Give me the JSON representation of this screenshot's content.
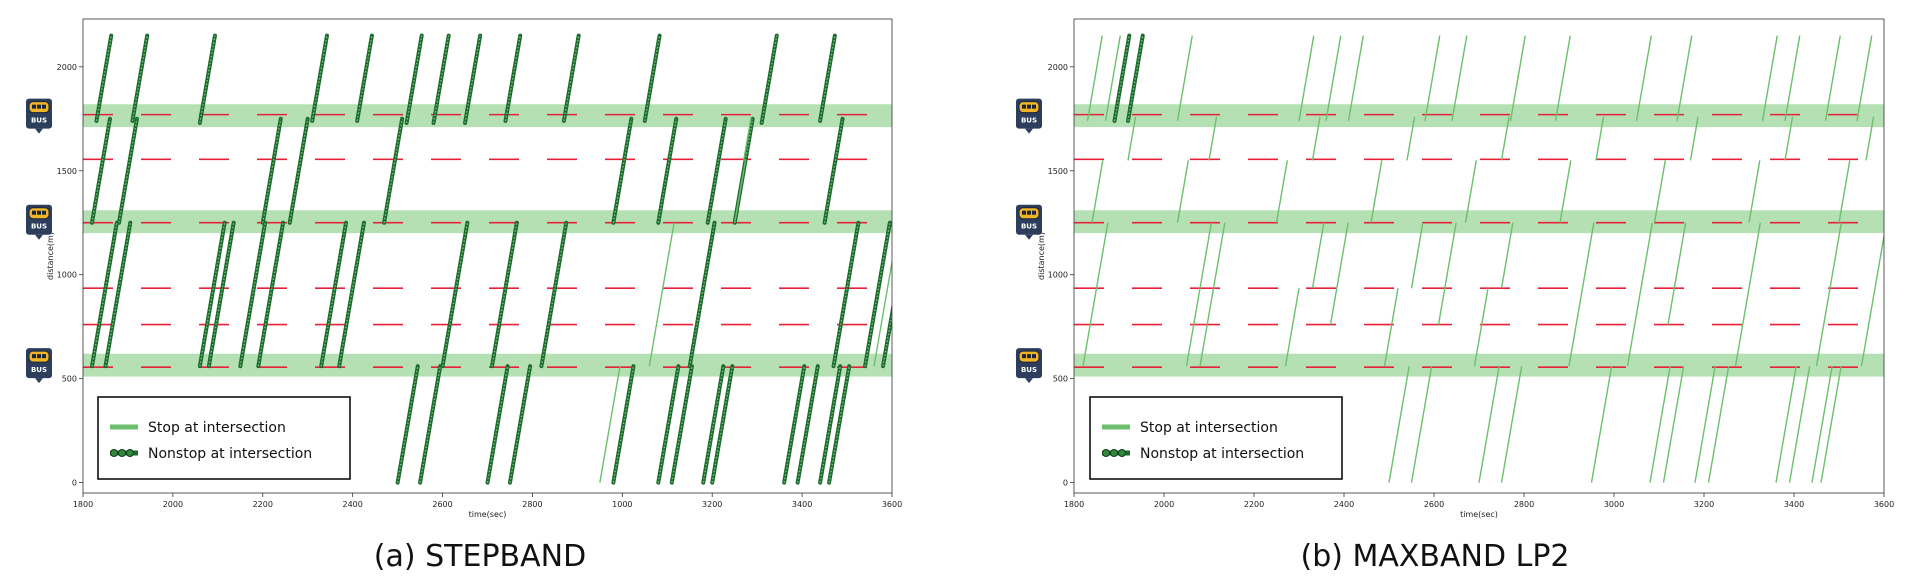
{
  "chart_data": [
    {
      "type": "line",
      "caption": "(a) STEPBAND",
      "xlabel": "time(sec)",
      "ylabel": "distance(m)",
      "xlim": [
        1800,
        3600
      ],
      "ylim": [
        -50,
        2230
      ],
      "x_ticks": [
        1800,
        2000,
        2200,
        2400,
        2600,
        2800,
        3000,
        3200,
        3400,
        3600
      ],
      "x_tick_labels": [
        "1800",
        "2000",
        "2200",
        "2400",
        "2600",
        "2800",
        "1000",
        "3200",
        "3400",
        "3600"
      ],
      "y_ticks": [
        0,
        500,
        1000,
        1500,
        2000
      ],
      "y_tick_labels": [
        "0",
        "500",
        "1000",
        "1500",
        "2000"
      ],
      "bus_stop_bands": [
        [
          510,
          620
        ],
        [
          1200,
          1310
        ],
        [
          1710,
          1820
        ]
      ],
      "signal_lines_y": [
        555,
        760,
        935,
        1250,
        1555,
        1770
      ],
      "legend": [
        "Stop at intersection",
        "Nonstop at intersection"
      ],
      "legend_position": "lower-left",
      "colors": {
        "stop": "#6cbf6c",
        "nonstop": "#1e6b30",
        "band": "#b4e0b4",
        "signal": "#e8213a"
      },
      "icons": [
        "bus-icon",
        "bus-icon",
        "bus-icon"
      ],
      "series": [
        {
          "name": "Nonstop at intersection",
          "trajectories": [
            {
              "t0": 1830,
              "y0": 1740,
              "y1": 2150
            },
            {
              "t0": 1910,
              "y0": 1740,
              "y1": 2150
            },
            {
              "t0": 2060,
              "y0": 1730,
              "y1": 2150
            },
            {
              "t0": 2310,
              "y0": 1740,
              "y1": 2150
            },
            {
              "t0": 2410,
              "y0": 1740,
              "y1": 2150
            },
            {
              "t0": 2520,
              "y0": 1730,
              "y1": 2150
            },
            {
              "t0": 2580,
              "y0": 1730,
              "y1": 2150
            },
            {
              "t0": 2650,
              "y0": 1730,
              "y1": 2150
            },
            {
              "t0": 2740,
              "y0": 1740,
              "y1": 2150
            },
            {
              "t0": 2870,
              "y0": 1740,
              "y1": 2150
            },
            {
              "t0": 3050,
              "y0": 1740,
              "y1": 2150
            },
            {
              "t0": 3310,
              "y0": 1730,
              "y1": 2150
            },
            {
              "t0": 3440,
              "y0": 1740,
              "y1": 2150
            },
            {
              "t0": 1820,
              "y0": 1250,
              "y1": 1750
            },
            {
              "t0": 1880,
              "y0": 1250,
              "y1": 1750
            },
            {
              "t0": 2200,
              "y0": 1250,
              "y1": 1750
            },
            {
              "t0": 2260,
              "y0": 1250,
              "y1": 1750
            },
            {
              "t0": 2470,
              "y0": 1250,
              "y1": 1750
            },
            {
              "t0": 2980,
              "y0": 1250,
              "y1": 1750
            },
            {
              "t0": 3080,
              "y0": 1250,
              "y1": 1750
            },
            {
              "t0": 3190,
              "y0": 1250,
              "y1": 1750
            },
            {
              "t0": 3250,
              "y0": 1250,
              "y1": 1750
            },
            {
              "t0": 3450,
              "y0": 1250,
              "y1": 1750
            },
            {
              "t0": 1820,
              "y0": 560,
              "y1": 1250
            },
            {
              "t0": 1850,
              "y0": 560,
              "y1": 1250
            },
            {
              "t0": 2060,
              "y0": 560,
              "y1": 1250
            },
            {
              "t0": 2080,
              "y0": 560,
              "y1": 1250
            },
            {
              "t0": 2150,
              "y0": 560,
              "y1": 1250
            },
            {
              "t0": 2190,
              "y0": 560,
              "y1": 1250
            },
            {
              "t0": 2330,
              "y0": 560,
              "y1": 1250
            },
            {
              "t0": 2370,
              "y0": 560,
              "y1": 1250
            },
            {
              "t0": 2600,
              "y0": 560,
              "y1": 1250
            },
            {
              "t0": 2710,
              "y0": 560,
              "y1": 1250
            },
            {
              "t0": 2820,
              "y0": 560,
              "y1": 1250
            },
            {
              "t0": 3150,
              "y0": 560,
              "y1": 1250
            },
            {
              "t0": 3470,
              "y0": 560,
              "y1": 1250
            },
            {
              "t0": 3540,
              "y0": 560,
              "y1": 1250
            },
            {
              "t0": 3580,
              "y0": 560,
              "y1": 1250
            },
            {
              "t0": 2500,
              "y0": 0,
              "y1": 560
            },
            {
              "t0": 2550,
              "y0": 0,
              "y1": 560
            },
            {
              "t0": 2700,
              "y0": 0,
              "y1": 560
            },
            {
              "t0": 2750,
              "y0": 0,
              "y1": 560
            },
            {
              "t0": 2980,
              "y0": 0,
              "y1": 560
            },
            {
              "t0": 3080,
              "y0": 0,
              "y1": 560
            },
            {
              "t0": 3110,
              "y0": 0,
              "y1": 560
            },
            {
              "t0": 3180,
              "y0": 0,
              "y1": 560
            },
            {
              "t0": 3200,
              "y0": 0,
              "y1": 560
            },
            {
              "t0": 3360,
              "y0": 0,
              "y1": 560
            },
            {
              "t0": 3390,
              "y0": 0,
              "y1": 560
            },
            {
              "t0": 3440,
              "y0": 0,
              "y1": 560
            },
            {
              "t0": 3460,
              "y0": 0,
              "y1": 560
            }
          ]
        },
        {
          "name": "Stop at intersection",
          "trajectories": [
            {
              "t0": 2950,
              "y0": 0,
              "y1": 560
            },
            {
              "t0": 3060,
              "y0": 560,
              "y1": 1250
            },
            {
              "t0": 3250,
              "y0": 1250,
              "y1": 1550
            },
            {
              "t0": 3270,
              "y0": 1550,
              "y1": 1760
            },
            {
              "t0": 3560,
              "y0": 560,
              "y1": 1250
            }
          ]
        }
      ]
    },
    {
      "type": "line",
      "caption": "(b) MAXBAND LP2",
      "xlabel": "time(sec)",
      "ylabel": "distance(m)",
      "xlim": [
        1800,
        3600
      ],
      "ylim": [
        -50,
        2230
      ],
      "x_ticks": [
        1800,
        2000,
        2200,
        2400,
        2600,
        2800,
        3000,
        3200,
        3400,
        3600
      ],
      "x_tick_labels": [
        "1800",
        "2000",
        "2200",
        "2400",
        "2600",
        "2800",
        "3000",
        "3200",
        "3400",
        "3600"
      ],
      "y_ticks": [
        0,
        500,
        1000,
        1500,
        2000
      ],
      "y_tick_labels": [
        "0",
        "500",
        "1000",
        "1500",
        "2000"
      ],
      "bus_stop_bands": [
        [
          510,
          620
        ],
        [
          1200,
          1310
        ],
        [
          1710,
          1820
        ]
      ],
      "signal_lines_y": [
        555,
        760,
        935,
        1250,
        1555,
        1770
      ],
      "legend": [
        "Stop at intersection",
        "Nonstop at intersection"
      ],
      "legend_position": "lower-left",
      "colors": {
        "stop": "#6cbf6c",
        "nonstop": "#1e6b30",
        "band": "#b4e0b4",
        "signal": "#e8213a"
      },
      "icons": [
        "bus-icon",
        "bus-icon",
        "bus-icon"
      ],
      "series": [
        {
          "name": "Nonstop at intersection",
          "trajectories": [
            {
              "t0": 1890,
              "y0": 1740,
              "y1": 2150
            },
            {
              "t0": 1920,
              "y0": 1740,
              "y1": 2150
            }
          ]
        },
        {
          "name": "Stop at intersection",
          "trajectories": [
            {
              "t0": 1830,
              "y0": 1740,
              "y1": 2150
            },
            {
              "t0": 1870,
              "y0": 1740,
              "y1": 2150
            },
            {
              "t0": 2030,
              "y0": 1740,
              "y1": 2150
            },
            {
              "t0": 2300,
              "y0": 1740,
              "y1": 2150
            },
            {
              "t0": 2360,
              "y0": 1740,
              "y1": 2150
            },
            {
              "t0": 2410,
              "y0": 1740,
              "y1": 2150
            },
            {
              "t0": 2580,
              "y0": 1740,
              "y1": 2150
            },
            {
              "t0": 2640,
              "y0": 1740,
              "y1": 2150
            },
            {
              "t0": 2770,
              "y0": 1740,
              "y1": 2150
            },
            {
              "t0": 2870,
              "y0": 1740,
              "y1": 2150
            },
            {
              "t0": 3050,
              "y0": 1740,
              "y1": 2150
            },
            {
              "t0": 3140,
              "y0": 1740,
              "y1": 2150
            },
            {
              "t0": 3330,
              "y0": 1740,
              "y1": 2150
            },
            {
              "t0": 3380,
              "y0": 1740,
              "y1": 2150
            },
            {
              "t0": 3470,
              "y0": 1740,
              "y1": 2150
            },
            {
              "t0": 3540,
              "y0": 1740,
              "y1": 2150
            },
            {
              "t0": 1840,
              "y0": 1250,
              "y1": 1550
            },
            {
              "t0": 1920,
              "y0": 1550,
              "y1": 1760
            },
            {
              "t0": 2030,
              "y0": 1250,
              "y1": 1550
            },
            {
              "t0": 2100,
              "y0": 1550,
              "y1": 1760
            },
            {
              "t0": 2250,
              "y0": 1250,
              "y1": 1550
            },
            {
              "t0": 2330,
              "y0": 1550,
              "y1": 1760
            },
            {
              "t0": 2460,
              "y0": 1250,
              "y1": 1550
            },
            {
              "t0": 2540,
              "y0": 1550,
              "y1": 1760
            },
            {
              "t0": 2670,
              "y0": 1250,
              "y1": 1550
            },
            {
              "t0": 2750,
              "y0": 1550,
              "y1": 1760
            },
            {
              "t0": 2880,
              "y0": 1250,
              "y1": 1550
            },
            {
              "t0": 2960,
              "y0": 1550,
              "y1": 1760
            },
            {
              "t0": 3090,
              "y0": 1250,
              "y1": 1550
            },
            {
              "t0": 3170,
              "y0": 1550,
              "y1": 1760
            },
            {
              "t0": 3300,
              "y0": 1250,
              "y1": 1550
            },
            {
              "t0": 3380,
              "y0": 1550,
              "y1": 1760
            },
            {
              "t0": 3500,
              "y0": 1250,
              "y1": 1550
            },
            {
              "t0": 3560,
              "y0": 1550,
              "y1": 1760
            },
            {
              "t0": 1820,
              "y0": 560,
              "y1": 1250
            },
            {
              "t0": 2050,
              "y0": 560,
              "y1": 1250
            },
            {
              "t0": 2080,
              "y0": 560,
              "y1": 1250
            },
            {
              "t0": 2270,
              "y0": 560,
              "y1": 935
            },
            {
              "t0": 2330,
              "y0": 935,
              "y1": 1250
            },
            {
              "t0": 2370,
              "y0": 760,
              "y1": 1250
            },
            {
              "t0": 2490,
              "y0": 560,
              "y1": 935
            },
            {
              "t0": 2550,
              "y0": 935,
              "y1": 1250
            },
            {
              "t0": 2610,
              "y0": 760,
              "y1": 1250
            },
            {
              "t0": 2690,
              "y0": 560,
              "y1": 935
            },
            {
              "t0": 2750,
              "y0": 935,
              "y1": 1250
            },
            {
              "t0": 2900,
              "y0": 560,
              "y1": 1250
            },
            {
              "t0": 3030,
              "y0": 560,
              "y1": 1250
            },
            {
              "t0": 3120,
              "y0": 760,
              "y1": 1250
            },
            {
              "t0": 3270,
              "y0": 560,
              "y1": 1250
            },
            {
              "t0": 3450,
              "y0": 560,
              "y1": 1250
            },
            {
              "t0": 3550,
              "y0": 560,
              "y1": 1250
            },
            {
              "t0": 2500,
              "y0": 0,
              "y1": 560
            },
            {
              "t0": 2550,
              "y0": 0,
              "y1": 560
            },
            {
              "t0": 2700,
              "y0": 0,
              "y1": 560
            },
            {
              "t0": 2750,
              "y0": 0,
              "y1": 560
            },
            {
              "t0": 2950,
              "y0": 0,
              "y1": 560
            },
            {
              "t0": 3080,
              "y0": 0,
              "y1": 560
            },
            {
              "t0": 3110,
              "y0": 0,
              "y1": 560
            },
            {
              "t0": 3180,
              "y0": 0,
              "y1": 560
            },
            {
              "t0": 3210,
              "y0": 0,
              "y1": 560
            },
            {
              "t0": 3360,
              "y0": 0,
              "y1": 560
            },
            {
              "t0": 3390,
              "y0": 0,
              "y1": 560
            },
            {
              "t0": 3440,
              "y0": 0,
              "y1": 560
            },
            {
              "t0": 3460,
              "y0": 0,
              "y1": 560
            }
          ]
        }
      ]
    }
  ]
}
